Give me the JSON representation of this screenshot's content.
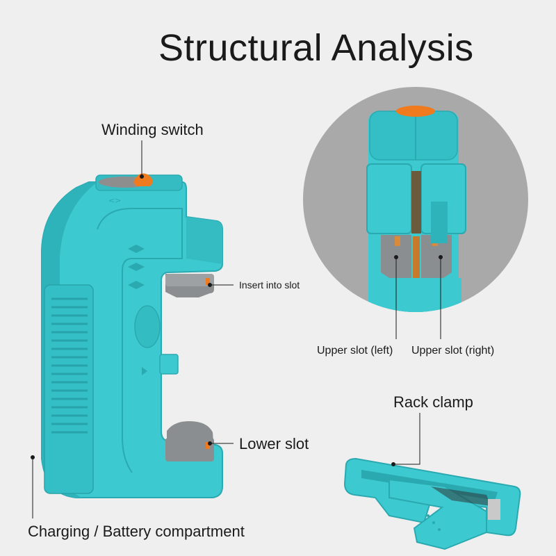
{
  "title": "Structural Analysis",
  "labels": {
    "winding_switch": "Winding switch",
    "insert_into_slot": "Insert into slot",
    "lower_slot": "Lower slot",
    "charging_battery": "Charging / Battery compartment",
    "upper_slot_left": "Upper slot (left)",
    "upper_slot_right": "Upper slot (right)",
    "rack_clamp": "Rack clamp"
  },
  "colors": {
    "body_teal": "#3cc9cf",
    "body_teal_dark": "#2aa9b0",
    "switch_orange": "#f07a1e",
    "slot_gray": "#8b8e90",
    "circle_bg": "#a9a9a9",
    "background": "#efefef"
  }
}
